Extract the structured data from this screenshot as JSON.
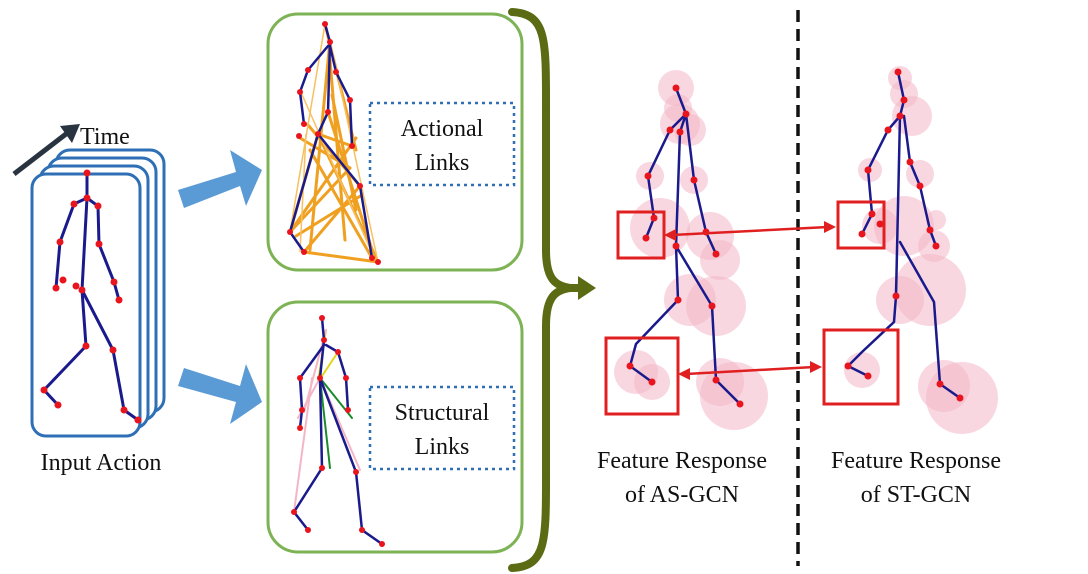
{
  "input": {
    "time_label": "Time",
    "caption": "Input Action"
  },
  "actional": {
    "line1": "Actional",
    "line2": "Links"
  },
  "structural": {
    "line1": "Structural",
    "line2": "Links"
  },
  "as_gcn": {
    "line1": "Feature Response",
    "line2": "of AS-GCN"
  },
  "st_gcn": {
    "line1": "Feature Response",
    "line2": "of ST-GCN"
  },
  "colors": {
    "skeleton_bone": "#1a1a8c",
    "joint": "#e8141e",
    "frame_border": "#2e6fb5",
    "panel_border": "#7db354",
    "block_arrow": "#5b9bd5",
    "brace": "#5a6b14",
    "actional_link": "#f0a020",
    "highlight_box": "#e02020",
    "response_glow": "#f4b6c6"
  }
}
